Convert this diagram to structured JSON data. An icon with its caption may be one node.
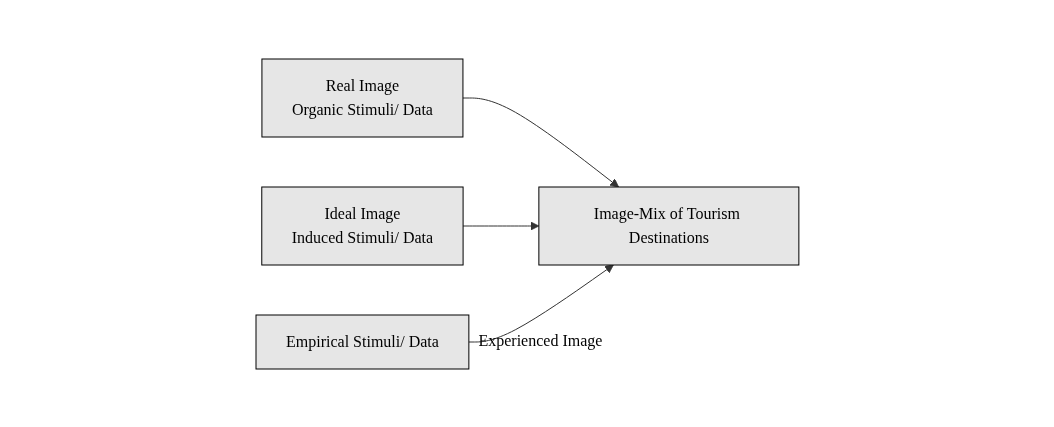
{
  "diagram": {
    "nodes": [
      {
        "text": [
          "Real Image",
          "Organic Stimuli/ Data"
        ]
      },
      {
        "text": [
          "Image-Mix of Tourism Destinations"
        ]
      },
      {
        "text": [
          "Ideal Image",
          "Induced Stimuli/ Data"
        ]
      },
      {
        "text": [
          "Empirical Stimuli/ Data"
        ],
        "beside": [
          "Experienced Image"
        ]
      }
    ],
    "edges": [
      {
        "from": 0,
        "to": 1,
        "arrow": "to"
      },
      {
        "from": 2,
        "to": 1,
        "arrow": "to"
      },
      {
        "from": 3,
        "to": 1,
        "arrow": "to"
      }
    ]
  }
}
